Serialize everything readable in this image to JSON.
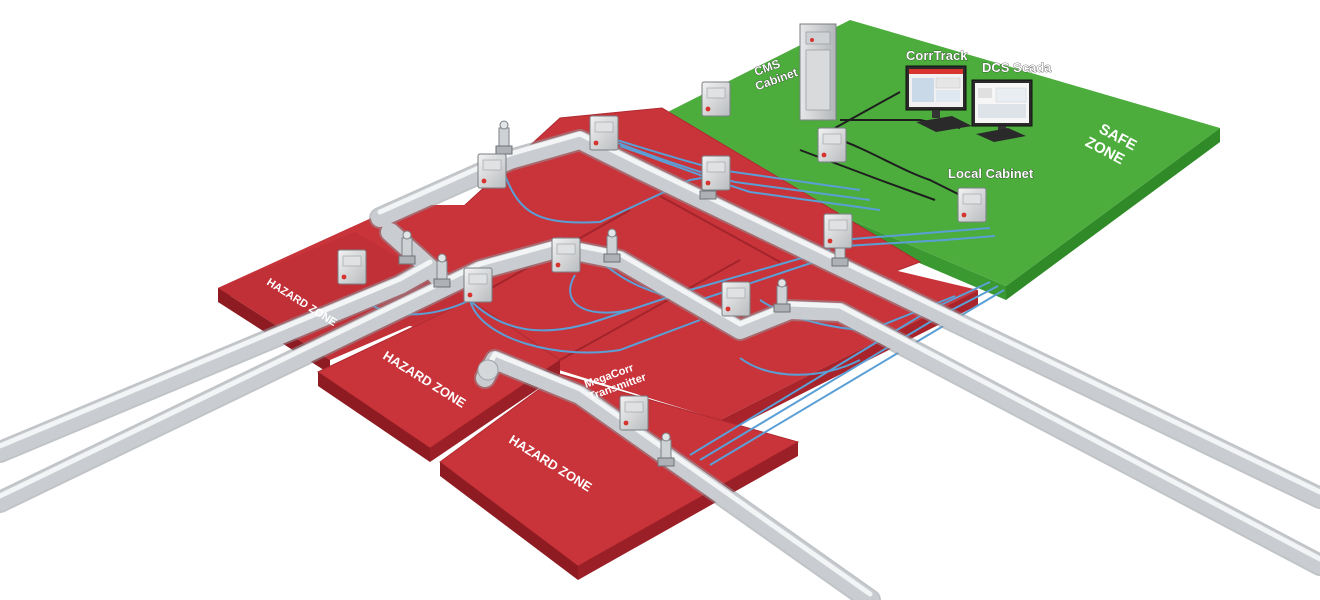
{
  "colors": {
    "hazard_top": "#c8343a",
    "hazard_side": "#9b1f26",
    "safe_top": "#4cad3d",
    "safe_side": "#2f8a27",
    "pipe": "#d3d6d9",
    "pipe_shadow": "#9ea3a8",
    "cable": "#5a9fd6",
    "wire_dark": "#1e1e1e"
  },
  "zones": {
    "safe": {
      "label_line1": "SAFE",
      "label_line2": "ZONE"
    },
    "hazard_a": {
      "label": "HAZARD ZONE"
    },
    "hazard_b": {
      "label": "HAZARD ZONE"
    },
    "hazard_c": {
      "label": "HAZARD ZONE"
    }
  },
  "devices": {
    "cms_cabinet": {
      "label_line1": "CMS",
      "label_line2": "Cabinet"
    },
    "corrtrack": {
      "label": "CorrTrack"
    },
    "dcs_scada": {
      "label": "DCS Scada"
    },
    "local_cabinet": {
      "label": "Local Cabinet"
    },
    "megacorr": {
      "label_line1": "MegaCorr",
      "label_line2": "Transmitter"
    }
  },
  "icons": [
    "transmitter-box-icon",
    "corrosion-probe-icon",
    "server-rack-icon",
    "monitor-icon",
    "keyboard-icon"
  ]
}
